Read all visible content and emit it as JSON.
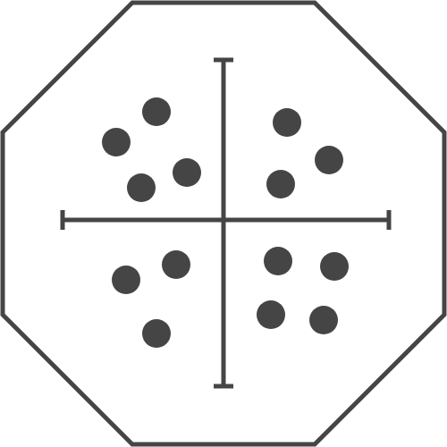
{
  "colors": {
    "background": "#ffffff",
    "stroke": "#454545",
    "dot": "#454545"
  },
  "diagram": {
    "frame": "octagon",
    "divider": "crosshair",
    "quadrants": [
      {
        "id": "top-left",
        "dot_count": 4
      },
      {
        "id": "top-right",
        "dot_count": 3
      },
      {
        "id": "bottom-left",
        "dot_count": 3
      },
      {
        "id": "bottom-right",
        "dot_count": 4
      }
    ]
  }
}
